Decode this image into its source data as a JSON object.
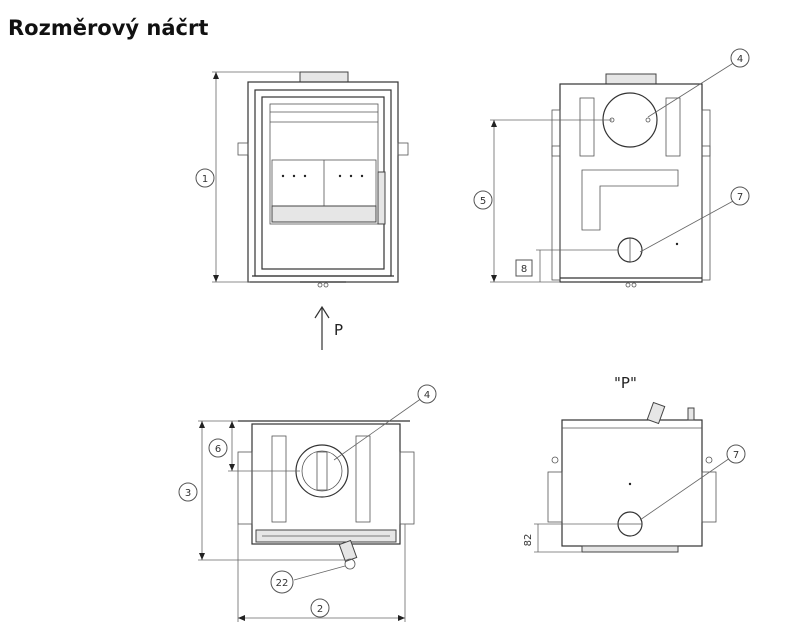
{
  "title": "Rozměrový náčrt",
  "view_label": "\"P\"",
  "arrow_label": "P",
  "callouts": {
    "c1": "1",
    "c2": "2",
    "c3": "3",
    "c4a": "4",
    "c4b": "4",
    "c5": "5",
    "c6": "6",
    "c7a": "7",
    "c7b": "7",
    "c8": "8",
    "c22": "22"
  },
  "dim_text_82": "82"
}
